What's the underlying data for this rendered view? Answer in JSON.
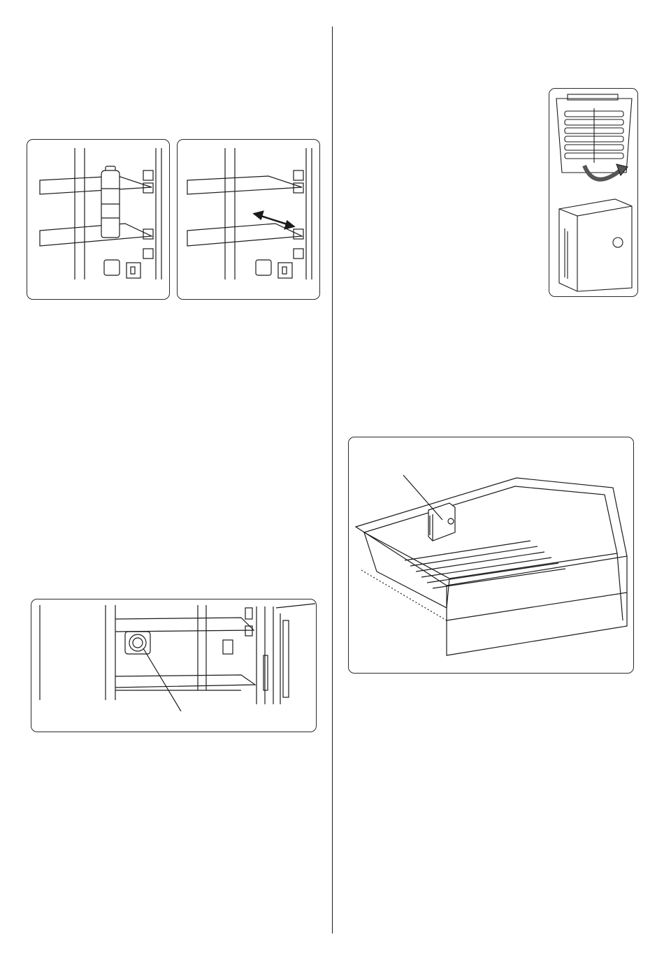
{
  "page": {
    "figures": [
      {
        "id": "shelf-with-bottle",
        "icon": "bottle-on-shelf-illustration"
      },
      {
        "id": "shelf-adjust",
        "icon": "double-arrow-illustration"
      },
      {
        "id": "filter-cover",
        "icon": "filter-rotate-illustration"
      },
      {
        "id": "crisper-drawer",
        "icon": "crisper-drawer-illustration"
      },
      {
        "id": "fridge-interior",
        "icon": "interior-fan-illustration"
      }
    ]
  },
  "colors": {
    "line": "#1a1a1a",
    "accent": "#888888",
    "fill": "#f2f2f2"
  }
}
